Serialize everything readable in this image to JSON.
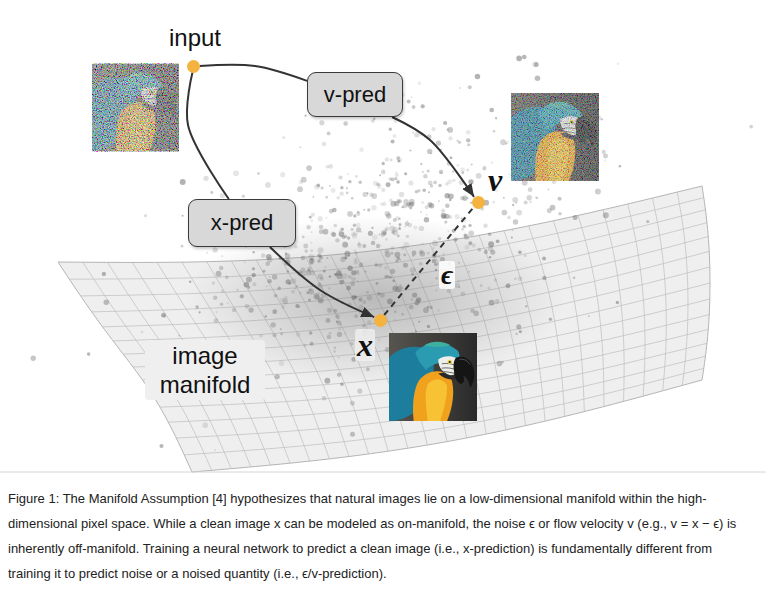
{
  "diagram": {
    "caption": "Figure 1: The Manifold Assumption [4] hypothesizes that natural images lie on a low-dimensional manifold within the high-dimensional pixel space. While a clean image x can be modeled as on-manifold, the noise ϵ or flow velocity v (e.g., v = x − ϵ) is inherently off-manifold. Training a neural network to predict a clean image (i.e., x-prediction) is fundamentally different from training it to predict noise or a noised quantity (i.e., ϵ/v-prediction).",
    "nodes": [
      {
        "text": [
          "input"
        ]
      },
      {
        "text": [
          "v-pred"
        ]
      },
      {
        "text": [
          "x-pred"
        ]
      },
      {
        "text": [
          "v"
        ]
      },
      {
        "text": [
          "x"
        ]
      }
    ],
    "edges": [
      {
        "from": 0,
        "to": 1,
        "arrow": "none"
      },
      {
        "from": 1,
        "to": 3,
        "arrow": "to"
      },
      {
        "from": 0,
        "to": 2,
        "arrow": "none"
      },
      {
        "from": 2,
        "to": 4,
        "arrow": "to"
      },
      {
        "from": 4,
        "to": 3,
        "label": "ϵ",
        "arrow": "none"
      }
    ],
    "labels": [
      "image manifold"
    ]
  }
}
